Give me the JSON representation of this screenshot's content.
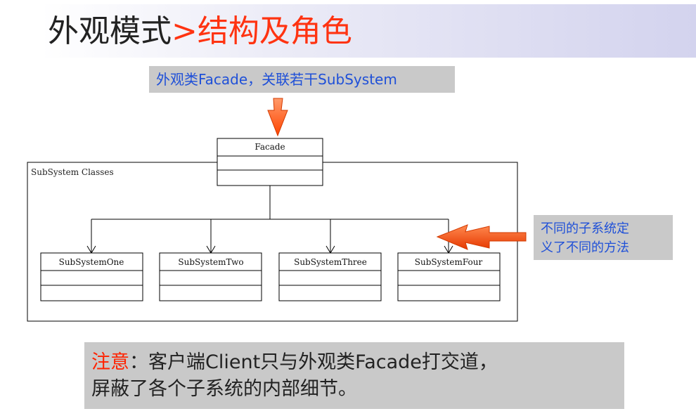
{
  "title": {
    "main": "外观模式",
    "accent": ">结构及角色"
  },
  "callouts": {
    "top": "外观类Facade，关联若干SubSystem",
    "side_line1": "不同的子系统定",
    "side_line2": "义了不同的方法"
  },
  "diagram": {
    "package_label": "SubSystem Classes",
    "facade": "Facade",
    "subsystems": [
      "SubSystemOne",
      "SubSystemTwo",
      "SubSystemThree",
      "SubSystemFour"
    ]
  },
  "note": {
    "label": "注意",
    "line1_rest": "：客户端Client只与外观类Facade打交道，",
    "line2": "屏蔽了各个子系统的内部细节。"
  },
  "colors": {
    "accent": "#ff3311",
    "callout_text": "#1f50d8",
    "callout_bg": "#c9c9c9",
    "arrow": "#ff5a1f"
  }
}
